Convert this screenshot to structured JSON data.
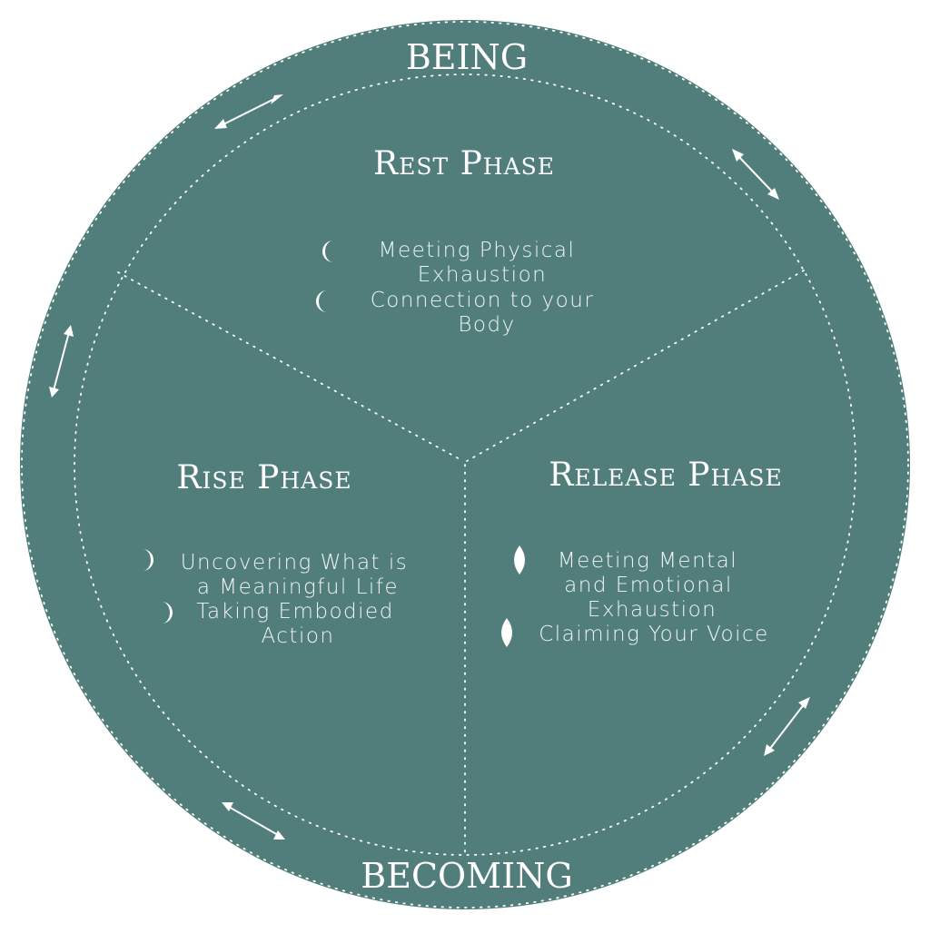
{
  "colors": {
    "background": "#ffffff",
    "circle_fill": "#517e7b",
    "foreground": "#ffffff"
  },
  "outer_labels": {
    "top": "BEING",
    "bottom": "BECOMING"
  },
  "phases": {
    "rest": {
      "title": "Rest Phase",
      "icon": "waning-crescent-moon-icon",
      "items": [
        {
          "lines": [
            "Meeting Physical",
            "Exhaustion"
          ]
        },
        {
          "lines": [
            "Connection to your",
            "Body"
          ]
        }
      ]
    },
    "rise": {
      "title": "Rise Phase",
      "icon": "waxing-crescent-moon-icon",
      "items": [
        {
          "lines": [
            "Uncovering What is",
            "a Meaningful Life"
          ]
        },
        {
          "lines": [
            "Taking Embodied",
            "Action"
          ]
        }
      ]
    },
    "release": {
      "title": "Release Phase",
      "icon": "moon-sliver-icon",
      "items": [
        {
          "lines": [
            "Meeting Mental",
            "and Emotional",
            "Exhaustion"
          ]
        },
        {
          "lines": [
            "Claiming Your Voice"
          ]
        }
      ]
    }
  }
}
